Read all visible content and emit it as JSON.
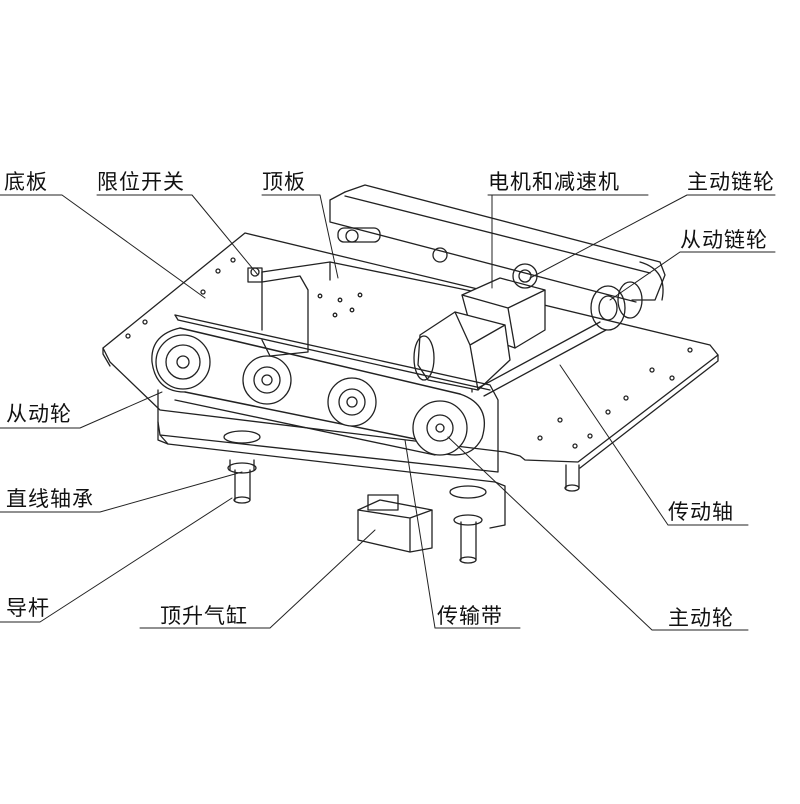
{
  "labels": {
    "di_ban": "底板",
    "xian_wei_kai_guan": "限位开关",
    "ding_ban": "顶板",
    "dian_ji_he_jian_su_ji": "电机和减速机",
    "zhu_dong_lian_lun": "主动链轮",
    "cong_dong_lian_lun": "从动链轮",
    "cong_dong_lun": "从动轮",
    "zhi_xian_zhou_cheng": "直线轴承",
    "chuan_dong_zhou": "传动轴",
    "dao_gan": "导杆",
    "ding_sheng_qi_gang": "顶升气缸",
    "chuan_shu_dai": "传输带",
    "zhu_dong_lun": "主动轮"
  }
}
